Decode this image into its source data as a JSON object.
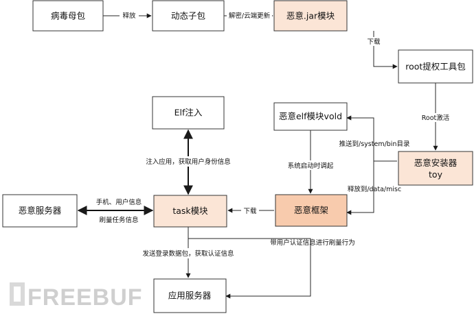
{
  "nodes": {
    "parent_package": {
      "label": "病毒母包",
      "fill": "#ffffff"
    },
    "child_package": {
      "label": "动态子包",
      "fill": "#ffffff"
    },
    "jar_module": {
      "label": "恶意.jar模块",
      "fill": "#fbe5d6"
    },
    "root_tool": {
      "label": "root提权工具包",
      "fill": "#ffffff"
    },
    "elf_inject": {
      "label": "Elf注入",
      "fill": "#ffffff"
    },
    "elf_vold": {
      "label": "恶意elf模块vold",
      "fill": "#ffffff"
    },
    "installer": {
      "label_line1": "恶意安装器",
      "label_line2": "toy",
      "fill": "#fbe5d6"
    },
    "malicious_server": {
      "label": "恶意服务器",
      "fill": "#ffffff"
    },
    "task_module": {
      "label": "task模块",
      "fill": "#fbe5d6"
    },
    "framework": {
      "label": "恶意框架",
      "fill": "#f8cbad"
    },
    "app_server": {
      "label": "应用服务器",
      "fill": "#ffffff"
    }
  },
  "edges": {
    "release": "释放",
    "decrypt_update": "解密/云端更新",
    "download_root": "下载",
    "root_activate": "Root激活",
    "push_to_system": "推送到/system/bin目录",
    "release_to_data": "释放到/data/misc",
    "boot_invoke": "系统启动时调起",
    "download_task": "下载",
    "inject_app": "注入应用，获取用户身份信息",
    "phone_user_info": "手机、用户信息",
    "refresh_tasks": "刷量任务信息",
    "send_login": "发送登录数据包，获取认证信息",
    "auth_refresh": "带用户认证信息进行刷量行为"
  },
  "watermark": "FREEBUF"
}
